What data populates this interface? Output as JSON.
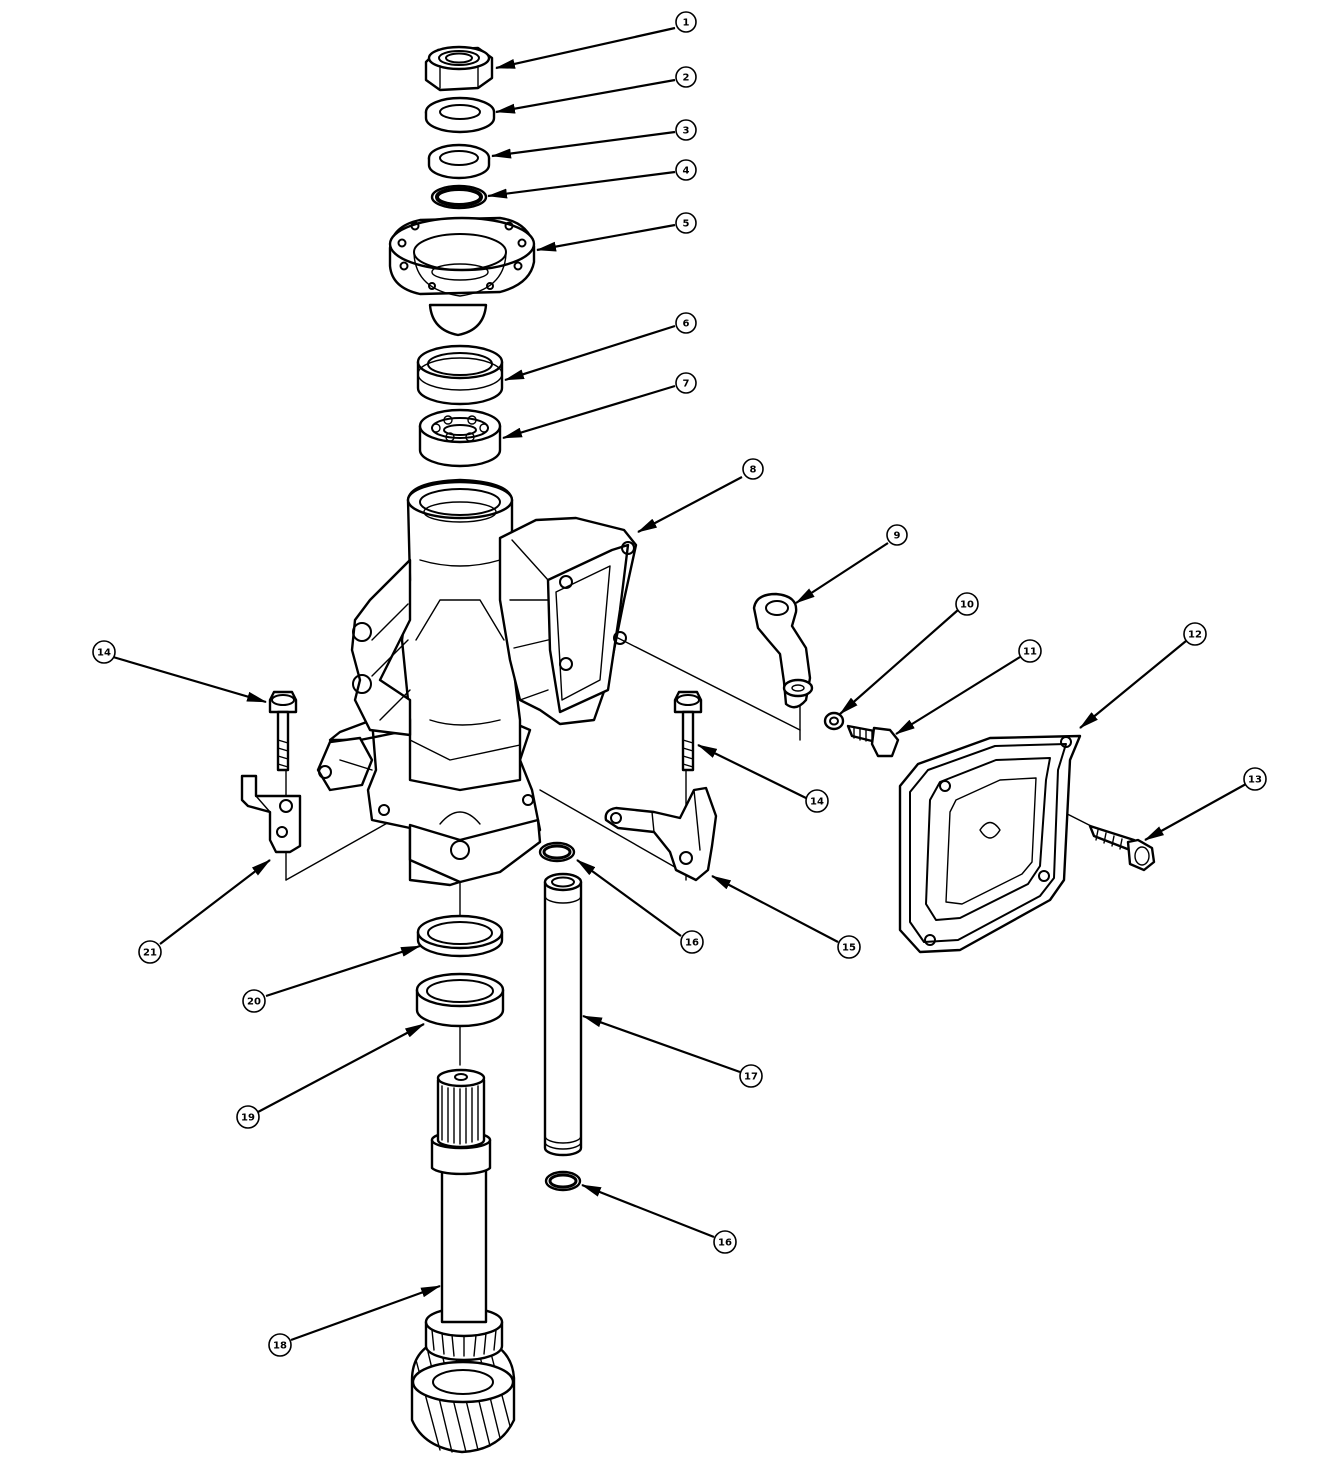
{
  "colors": {
    "ink": "#000000",
    "paper": "#ffffff"
  },
  "callouts": [
    {
      "id": "c1",
      "label": "1"
    },
    {
      "id": "c2",
      "label": "2"
    },
    {
      "id": "c3",
      "label": "3"
    },
    {
      "id": "c4",
      "label": "4"
    },
    {
      "id": "c5",
      "label": "5"
    },
    {
      "id": "c6",
      "label": "6"
    },
    {
      "id": "c7",
      "label": "7"
    },
    {
      "id": "c8",
      "label": "8"
    },
    {
      "id": "c9",
      "label": "9"
    },
    {
      "id": "c10",
      "label": "10"
    },
    {
      "id": "c11",
      "label": "11"
    },
    {
      "id": "c12",
      "label": "12"
    },
    {
      "id": "c13",
      "label": "13"
    },
    {
      "id": "c14a",
      "label": "14"
    },
    {
      "id": "c14b",
      "label": "14"
    },
    {
      "id": "c15",
      "label": "15"
    },
    {
      "id": "c16a",
      "label": "16"
    },
    {
      "id": "c16b",
      "label": "16"
    },
    {
      "id": "c17",
      "label": "17"
    },
    {
      "id": "c18",
      "label": "18"
    },
    {
      "id": "c19",
      "label": "19"
    },
    {
      "id": "c20",
      "label": "20"
    },
    {
      "id": "c21",
      "label": "21"
    }
  ]
}
